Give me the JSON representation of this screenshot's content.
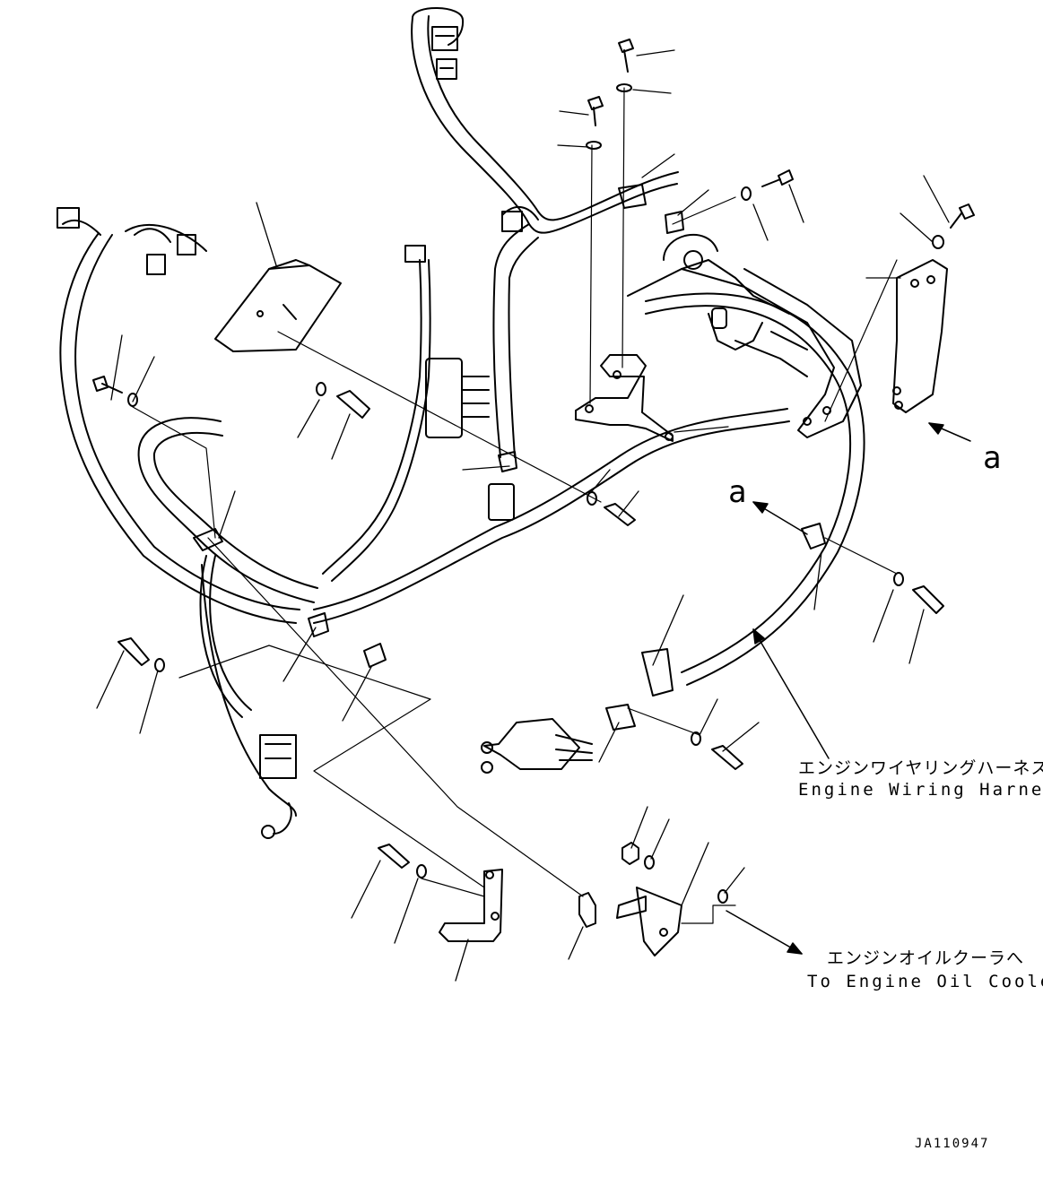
{
  "reference_letters": {
    "a_right": "a",
    "a_middle": "a"
  },
  "labels": {
    "engine_wiring_harness_ja": "エンジンワイヤリングハーネス",
    "engine_wiring_harness_en": "Engine Wiring Harness",
    "to_engine_oil_cooler_ja": "エンジンオイルクーラへ",
    "to_engine_oil_cooler_en": "To Engine Oil Cooler"
  },
  "drawing_code": "JA110947",
  "colors": {
    "line": "#000000",
    "background": "#ffffff"
  }
}
